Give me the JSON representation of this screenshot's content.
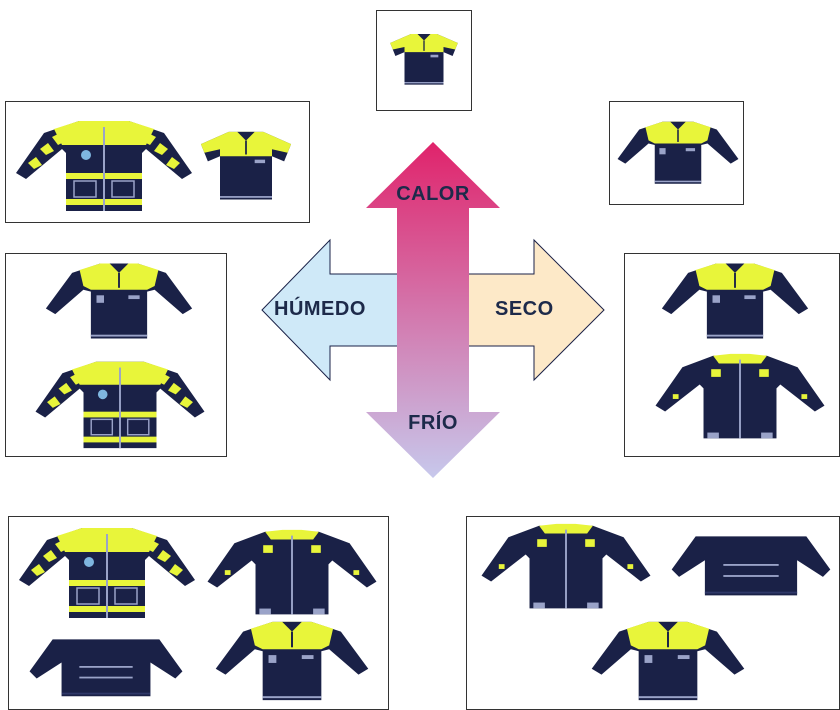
{
  "axis_labels": {
    "top": "CALOR",
    "bottom": "FRÍO",
    "left": "HÚMEDO",
    "right": "SECO"
  },
  "colors": {
    "navy": "#1a2147",
    "hiviz": "#e8f53a",
    "vertical_top": "#e0236b",
    "vertical_bottom": "#c7c8ec",
    "left_arrow": "#cfe9f8",
    "right_arrow": "#fde9c8"
  },
  "garment_groups": {
    "top_center": [
      "short-sleeve-polo"
    ],
    "top_left": [
      "hiviz-jacket",
      "short-sleeve-polo"
    ],
    "top_right": [
      "long-sleeve-polo"
    ],
    "middle_left": [
      "long-sleeve-polo",
      "hiviz-jacket"
    ],
    "middle_right": [
      "long-sleeve-polo",
      "work-jacket"
    ],
    "bottom_left": [
      "hiviz-jacket",
      "work-jacket",
      "dark-pullover",
      "long-sleeve-polo"
    ],
    "bottom_right": [
      "work-jacket",
      "dark-pullover",
      "long-sleeve-polo"
    ]
  }
}
